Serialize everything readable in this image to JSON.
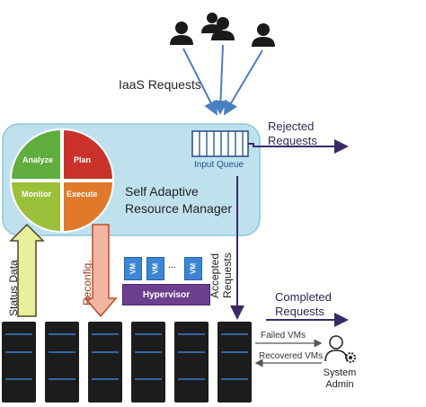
{
  "labels": {
    "iaas_requests": "IaaS Requests",
    "rejected_line1": "Rejected",
    "rejected_line2": "Requests",
    "input_queue": "Input Queue",
    "manager_line1": "Self Adaptive",
    "manager_line2": "Resource Manager",
    "hypervisor": "Hypervisor",
    "vm": "VM",
    "vm_ellipsis": "...",
    "accepted_line1": "Accepted",
    "accepted_line2": "Requests",
    "status_data": "Status Data",
    "reconfig": "Reconfig.",
    "completed_line1": "Completed",
    "completed_line2": "Requests",
    "failed_vms": "Failed VMs",
    "recovered_vms": "Recovered VMs",
    "admin_line1": "System",
    "admin_line2": "Admin"
  },
  "mape": {
    "analyze": "Analyze",
    "plan": "Plan",
    "monitor": "Monitor",
    "execute": "Execute"
  },
  "colors": {
    "manager_box": "#bfe1ee",
    "analyze": "#5fae3d",
    "plan": "#c8322b",
    "monitor": "#9cbf3a",
    "execute": "#e07a2a",
    "arrow_blue": "#4a7fc0",
    "arrow_purple": "#3a2a66",
    "hypervisor": "#6d3f8f",
    "vm": "#3d86d6",
    "server": "#1c1c1c"
  },
  "icons": [
    "user-icon",
    "server-icon",
    "admin-gear-icon"
  ]
}
